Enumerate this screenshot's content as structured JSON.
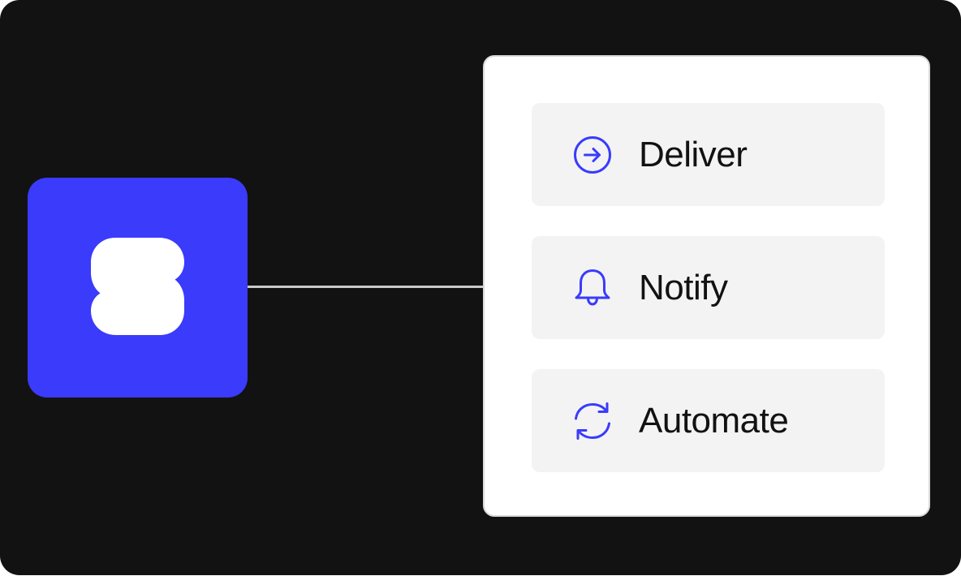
{
  "colors": {
    "background": "#121212",
    "brand": "#3a3bfb",
    "panel": "#ffffff",
    "action_bg": "#f3f3f3",
    "text": "#121212",
    "connector": "#c9c9c9"
  },
  "logo": {
    "icon": "brand-logo-icon"
  },
  "actions": [
    {
      "label": "Deliver",
      "icon": "arrow-right-circle-icon"
    },
    {
      "label": "Notify",
      "icon": "bell-icon"
    },
    {
      "label": "Automate",
      "icon": "refresh-icon"
    }
  ]
}
